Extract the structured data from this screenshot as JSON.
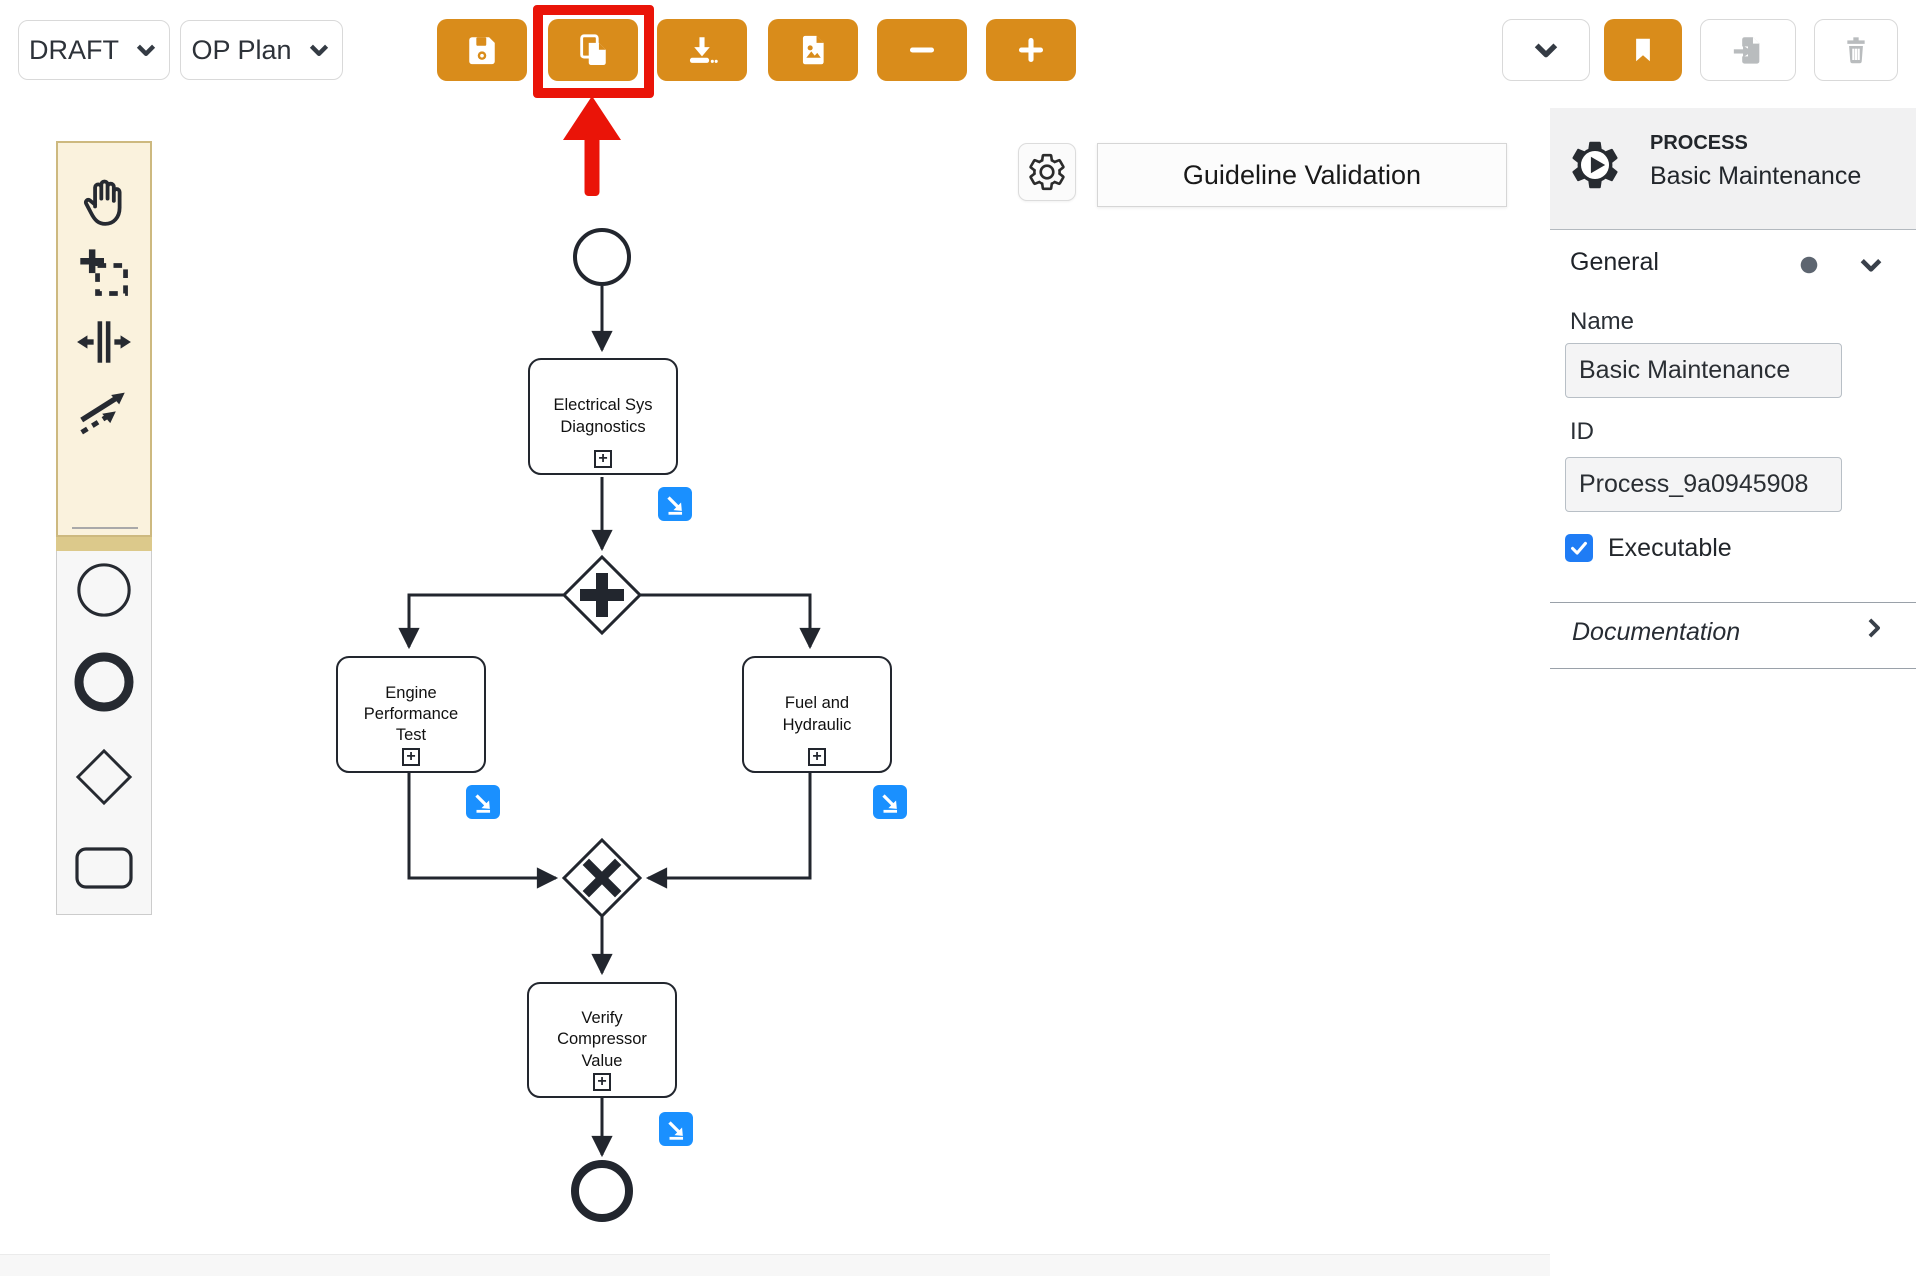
{
  "toolbar": {
    "draft_label": "DRAFT",
    "plan_label": "OP Plan",
    "icons": {
      "save": "floppy-disk",
      "copy": "copy-documents",
      "download": "download-tray",
      "export_image": "image-file",
      "zoom_out": "minus",
      "zoom_in": "plus",
      "collapse": "chevron-down",
      "bookmark": "bookmark",
      "import": "file-import",
      "delete": "trash"
    },
    "highlighted_button": "copy"
  },
  "palette": {
    "tools": [
      "hand-tool",
      "lasso-tool",
      "space-tool",
      "connection-tool"
    ],
    "shapes": [
      "start-event",
      "end-event",
      "gateway",
      "task"
    ]
  },
  "canvas": {
    "validation_title": "Guideline Validation",
    "subprocess_marker": "+",
    "tasks": [
      {
        "name": "Electrical Sys Diagnostics",
        "lines": [
          "Electrical Sys",
          "Diagnostics"
        ]
      },
      {
        "name": "Engine Performance Test",
        "lines": [
          "Engine",
          "Performance",
          "Test"
        ]
      },
      {
        "name": "Fuel and Hydraulic",
        "lines": [
          "Fuel and",
          "Hydraulic"
        ]
      },
      {
        "name": "Verify Compressor Value",
        "lines": [
          "Verify",
          "Compressor",
          "Value"
        ]
      }
    ],
    "gateways": [
      "parallel",
      "exclusive"
    ],
    "events": [
      "start",
      "end"
    ]
  },
  "panel": {
    "type_label": "PROCESS",
    "title": "Basic Maintenance",
    "general_label": "General",
    "name_label": "Name",
    "name_value": "Basic Maintenance",
    "id_label": "ID",
    "id_value": "Process_9a0945908",
    "executable_label": "Executable",
    "executable_checked": true,
    "documentation_label": "Documentation"
  },
  "colors": {
    "accent_orange": "#d98c1b",
    "annotation_red": "#ea1408",
    "badge_blue": "#1a90ff",
    "checkbox_blue": "#1f7cf5",
    "diagram_stroke": "#22262e"
  }
}
